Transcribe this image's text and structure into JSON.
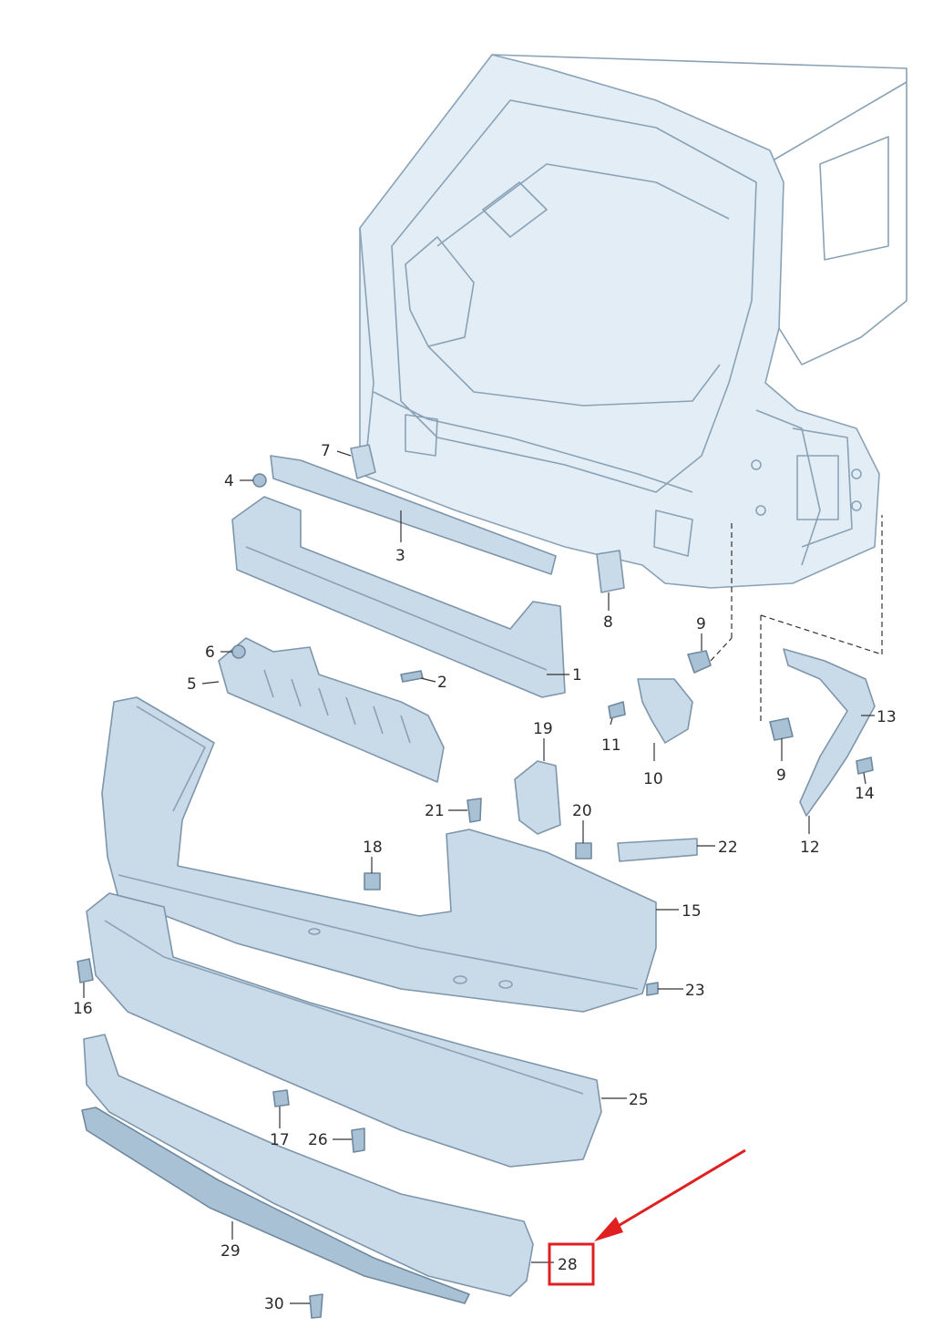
{
  "callouts": {
    "p1": "1",
    "p2": "2",
    "p3": "3",
    "p4": "4",
    "p5": "5",
    "p6": "6",
    "p7": "7",
    "p8": "8",
    "p9a": "9",
    "p9b": "9",
    "p10": "10",
    "p11": "11",
    "p12": "12",
    "p13": "13",
    "p14": "14",
    "p15": "15",
    "p16": "16",
    "p17": "17",
    "p18": "18",
    "p19": "19",
    "p20": "20",
    "p21": "21",
    "p22": "22",
    "p23": "23",
    "p25": "25",
    "p26": "26",
    "p28": "28",
    "p29": "29",
    "p30": "30"
  },
  "highlight": {
    "part": "28",
    "color": "#e02020"
  },
  "colors": {
    "part_fill": "#c9dae8",
    "part_stroke": "#7d96ab",
    "body_fill": "#e3edf5"
  }
}
